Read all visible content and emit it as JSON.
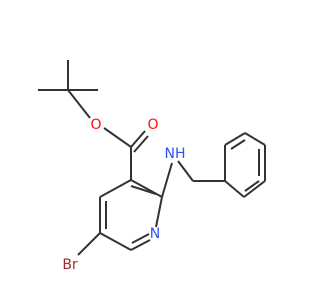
{
  "atoms": {
    "ester_oxygen": "O",
    "carbonyl_oxygen": "O",
    "amine": "NH",
    "bromine": "Br",
    "ring_nitrogen": "N"
  },
  "colors": {
    "bond": "#333333",
    "oxygen": "#ff0d0d",
    "nitrogen": "#3050f8",
    "bromine": "#a62929"
  }
}
